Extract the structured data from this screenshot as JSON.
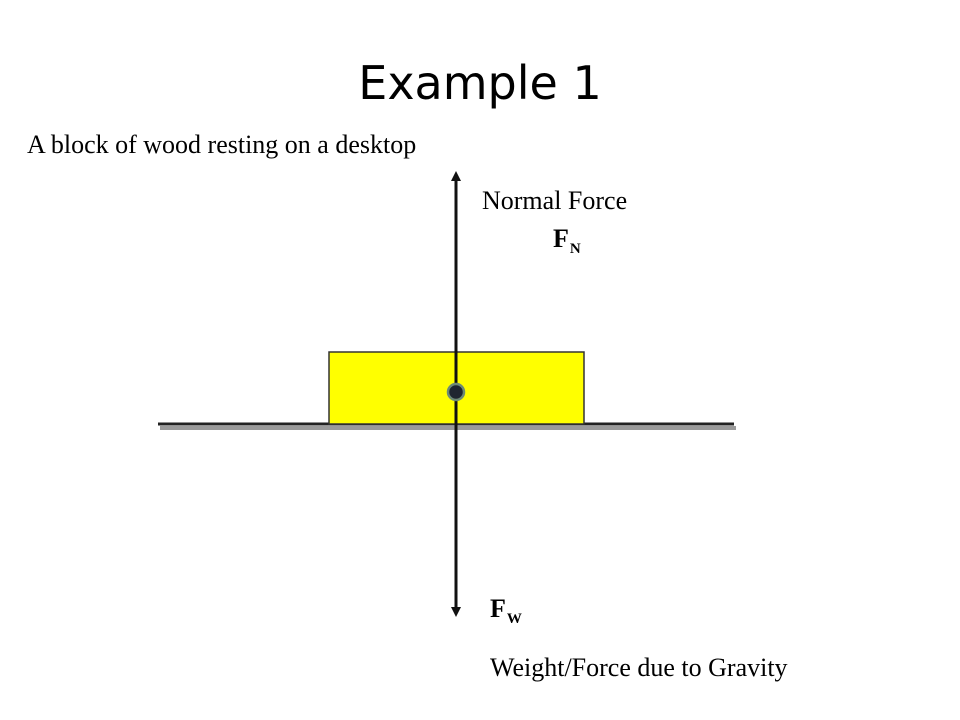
{
  "slide": {
    "title": "Example 1",
    "subtitle": "A block of wood resting on a desktop"
  },
  "diagram": {
    "normal_force": {
      "label": "Normal Force",
      "symbol": "F",
      "subscript": "N"
    },
    "weight_force": {
      "symbol": "F",
      "subscript": "W",
      "label": "Weight/Force due to Gravity"
    },
    "colors": {
      "block_fill": "#ffff00",
      "block_stroke": "#333333",
      "surface": "#222222",
      "surface_shadow": "#9a9a9a",
      "vector": "#111111",
      "center_dot": "#1f2630",
      "center_dot_ring": "#6d8a75"
    }
  }
}
